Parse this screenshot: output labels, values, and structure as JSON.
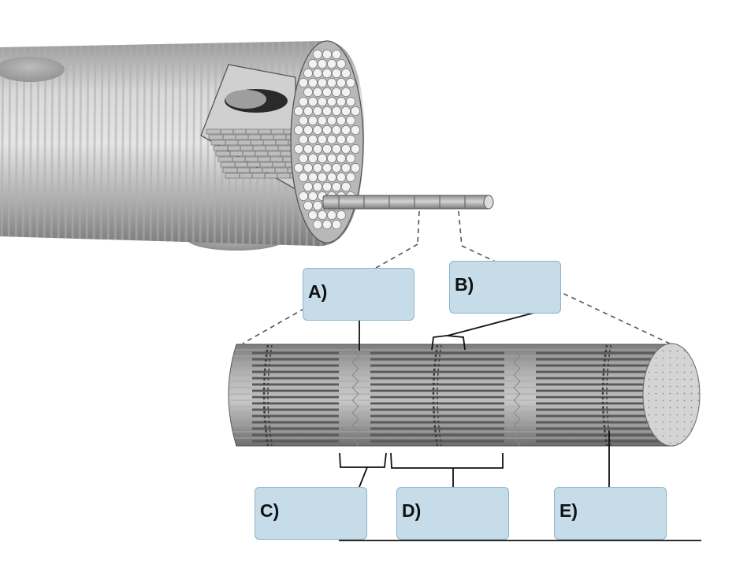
{
  "labels": [
    {
      "id": "a",
      "text": "A)"
    },
    {
      "id": "b",
      "text": "B)"
    },
    {
      "id": "c",
      "text": "C)"
    },
    {
      "id": "d",
      "text": "D)"
    },
    {
      "id": "e",
      "text": "E)"
    }
  ],
  "colors": {
    "label_fill": "#c6dde9",
    "label_border": "#8fb3c9",
    "fiber_light": "#d6d6d6",
    "fiber_dark": "#8a8a8a",
    "line": "#111111"
  }
}
